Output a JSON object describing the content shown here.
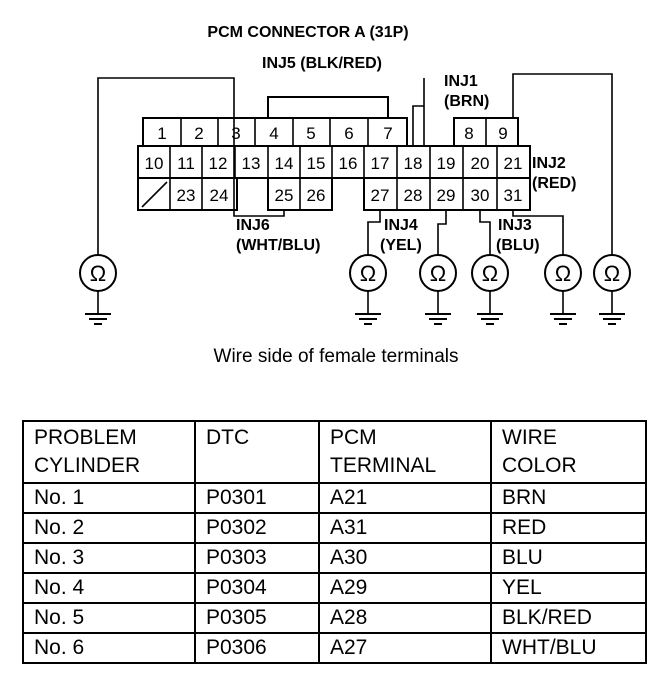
{
  "diagram": {
    "title": "PCM CONNECTOR A (31P)",
    "caption": "Wire side of female terminals",
    "injector_labels": {
      "inj5": "INJ5 (BLK/RED)",
      "inj1_name": "INJ1",
      "inj1_color": "(BRN)",
      "inj2_name": "INJ2",
      "inj2_color": "(RED)",
      "inj6_name": "INJ6",
      "inj6_color": "(WHT/BLU)",
      "inj4_name": "INJ4",
      "inj4_color": "(YEL)",
      "inj3_name": "INJ3",
      "inj3_color": "(BLU)"
    },
    "ohmmeter_symbol": "Ω",
    "connector_rows": {
      "row1": [
        "1",
        "2",
        "3",
        "4",
        "5",
        "6",
        "7",
        "",
        "8",
        "9"
      ],
      "row2": [
        "10",
        "11",
        "12",
        "13",
        "14",
        "15",
        "16",
        "17",
        "18",
        "19",
        "20",
        "21"
      ],
      "row3": [
        "",
        "23",
        "24",
        "",
        "25",
        "26",
        "",
        "27",
        "28",
        "29",
        "30",
        "31"
      ]
    }
  },
  "table": {
    "headers": [
      [
        "PROBLEM",
        "CYLINDER"
      ],
      [
        "DTC",
        ""
      ],
      [
        "PCM",
        "TERMINAL"
      ],
      [
        "WIRE",
        "COLOR"
      ]
    ],
    "rows": [
      [
        "No. 1",
        "P0301",
        "A21",
        "BRN"
      ],
      [
        "No. 2",
        "P0302",
        "A31",
        "RED"
      ],
      [
        "No. 3",
        "P0303",
        "A30",
        "BLU"
      ],
      [
        "No. 4",
        "P0304",
        "A29",
        "YEL"
      ],
      [
        "No. 5",
        "P0305",
        "A28",
        "BLK/RED"
      ],
      [
        "No. 6",
        "P0306",
        "A27",
        "WHT/BLU"
      ]
    ]
  }
}
